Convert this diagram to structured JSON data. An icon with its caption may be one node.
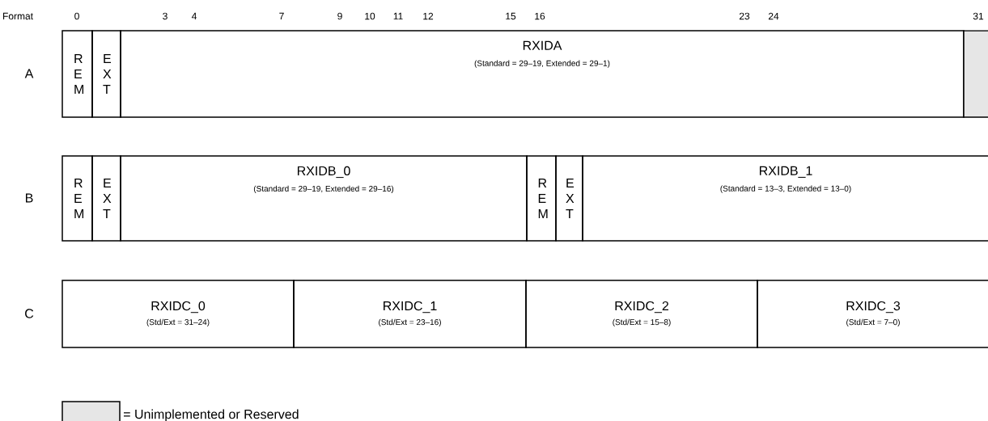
{
  "diagram": {
    "nodes": [
      {
        "text": [
          "R E M"
        ]
      },
      {
        "text": [
          "E X T"
        ]
      },
      {
        "text": [
          "RXIDA",
          "(Standard = 29–19, Extended = 29–1)"
        ]
      },
      {
        "text": [],
        "shape": "box"
      },
      {
        "text": [
          "R E M"
        ]
      },
      {
        "text": [
          "E X T"
        ]
      },
      {
        "text": [
          "RXIDB_0",
          "(Standard = 29–19, Extended = 29–16)"
        ]
      },
      {
        "text": [
          "R E M"
        ]
      },
      {
        "text": [
          "E X T"
        ]
      },
      {
        "text": [
          "RXIDB_1",
          "(Standard = 13–3, Extended = 13–0)"
        ]
      },
      {
        "text": [
          "RXIDC_0",
          "(Std/Ext = 31–24)"
        ]
      },
      {
        "text": [
          "RXIDC_1",
          "(Std/Ext = 23–16)"
        ]
      },
      {
        "text": [
          "RXIDC_2",
          "(Std/Ext = 15–8)"
        ]
      },
      {
        "text": [
          "RXIDC_3",
          "(Std/Ext = 7–0)"
        ]
      }
    ],
    "labels": [
      "Format",
      "0",
      "3",
      "4",
      "7",
      "9",
      "10",
      "11",
      "12",
      "15",
      "16",
      "23",
      "24",
      "31",
      "A",
      "B",
      "C"
    ],
    "legend": [
      {
        "text": "= Unimplemented or Reserved",
        "color": "#e6e6e6"
      }
    ]
  }
}
